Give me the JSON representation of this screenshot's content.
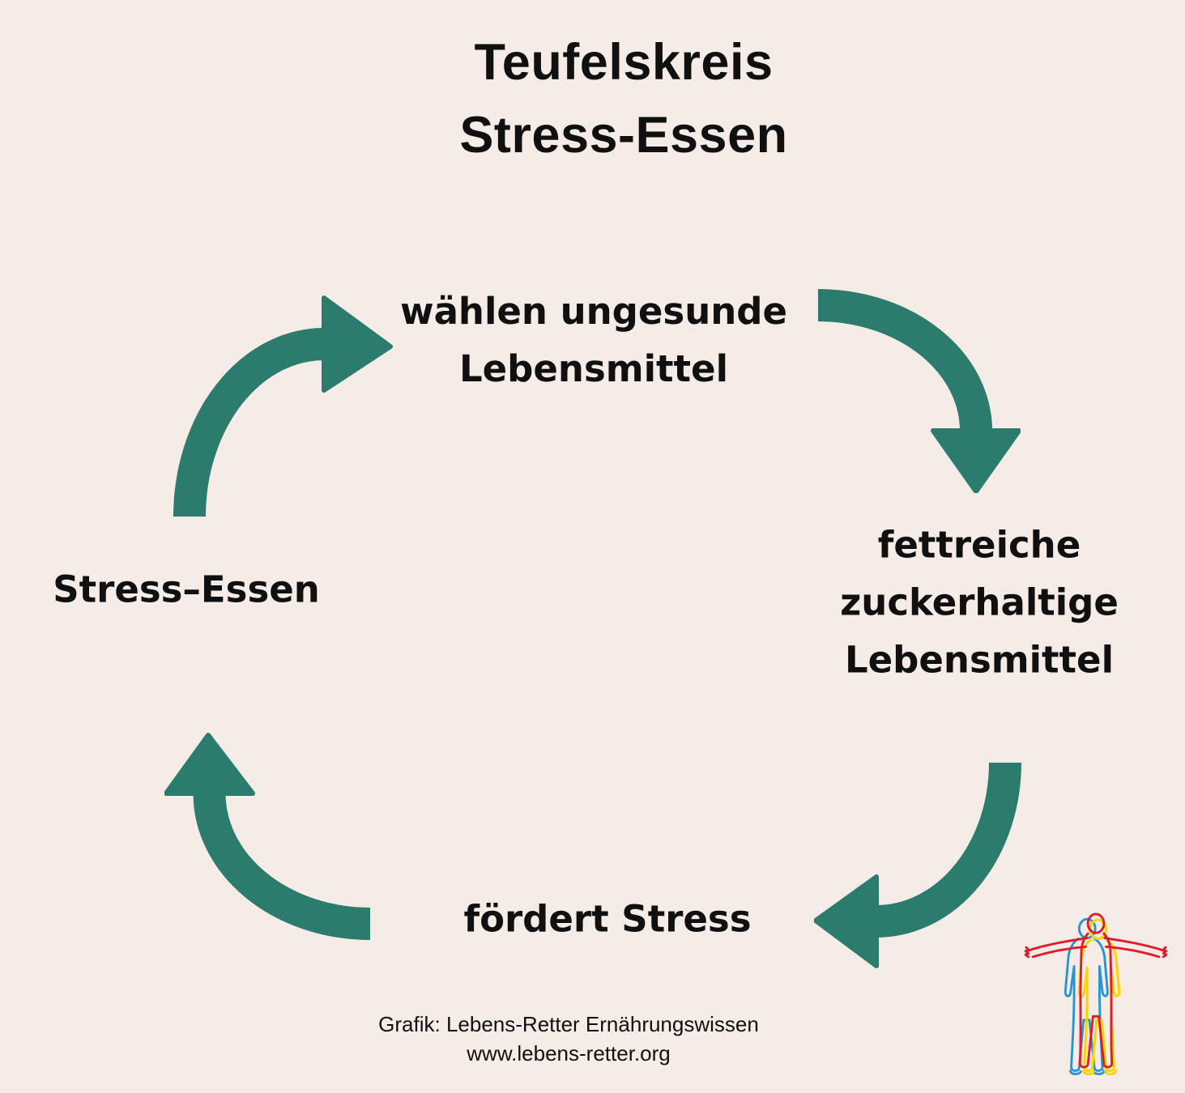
{
  "colors": {
    "background": "#f5ece7",
    "arrow_teal": "#2b7c6d",
    "text": "#101010",
    "logo_red": "#e21b2c",
    "logo_blue": "#2596d1",
    "logo_yellow": "#ffd400"
  },
  "title": {
    "line1": "Teufelskreis",
    "line2": "Stress-Essen"
  },
  "cycle": {
    "type": "circular-flow-diagram",
    "direction": "clockwise",
    "nodes": [
      {
        "id": "top",
        "label": "wählen ungesunde Lebensmittel",
        "lines": [
          "wählen ungesunde",
          "Lebensmittel"
        ]
      },
      {
        "id": "right",
        "label": "fettreiche zuckerhaltige Lebensmittel",
        "lines": [
          "fettreiche",
          "zuckerhaltige",
          "Lebensmittel"
        ]
      },
      {
        "id": "bottom",
        "label": "fördert Stress",
        "lines": [
          "fördert Stress"
        ]
      },
      {
        "id": "left",
        "label": "Stress–Essen",
        "lines": [
          "Stress–Essen"
        ]
      }
    ],
    "arrows": [
      {
        "name": "arrow-left-to-top",
        "from": "Stress–Essen",
        "to": "wählen ungesunde Lebensmittel",
        "points": "up-right"
      },
      {
        "name": "arrow-top-to-right",
        "from": "wählen ungesunde Lebensmittel",
        "to": "fettreiche zuckerhaltige Lebensmittel",
        "points": "down"
      },
      {
        "name": "arrow-right-to-bottom",
        "from": "fettreiche zuckerhaltige Lebensmittel",
        "to": "fördert Stress",
        "points": "left"
      },
      {
        "name": "arrow-bottom-to-left",
        "from": "fördert Stress",
        "to": "Stress–Essen",
        "points": "up"
      }
    ]
  },
  "footer": {
    "line1": "Grafik: Lebens-Retter Ernährungswissen",
    "line2": "www.lebens-retter.org"
  },
  "logo": {
    "name": "lebens-retter-human-figure-logo",
    "description": "three overlapping sketched human body outlines"
  }
}
